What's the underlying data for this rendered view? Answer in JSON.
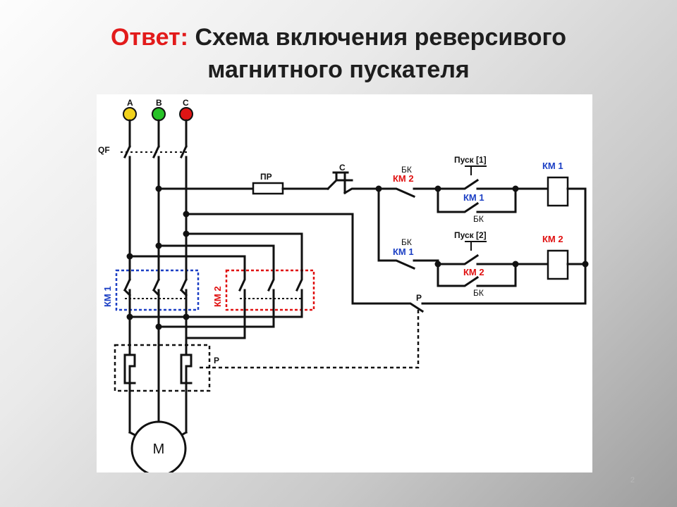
{
  "title": {
    "prefix": "Ответ:",
    "line1": " Схема включения реверсивого",
    "line2": "магнитного пускателя"
  },
  "diagram": {
    "phases": [
      {
        "label": "A",
        "color": "#f2d21c"
      },
      {
        "label": "B",
        "color": "#27c227"
      },
      {
        "label": "C",
        "color": "#e01515"
      }
    ],
    "breaker_label": "QF",
    "fuse_label": "ПР",
    "stop_button_label": "С",
    "start1_label": "Пуск [1]",
    "start2_label": "Пуск [2]",
    "coil1_label": "КМ 1",
    "coil2_label": "КМ 2",
    "interlock1_top": "БК",
    "interlock1_name": "КМ 2",
    "interlock2_top": "БК",
    "interlock2_name": "КМ 1",
    "hold1_name": "КМ 1",
    "hold1_sub": "БК",
    "hold2_name": "КМ 2",
    "hold2_sub": "БК",
    "contactor1_label": "КМ 1",
    "contactor2_label": "КМ 2",
    "thermal_relay_label": "Р",
    "relay_contact_label": "Р",
    "motor_label": "М"
  },
  "page_number": "2",
  "colors": {
    "accent_red": "#e21b1b",
    "blue": "#1b3fc4",
    "red": "#e01010"
  }
}
